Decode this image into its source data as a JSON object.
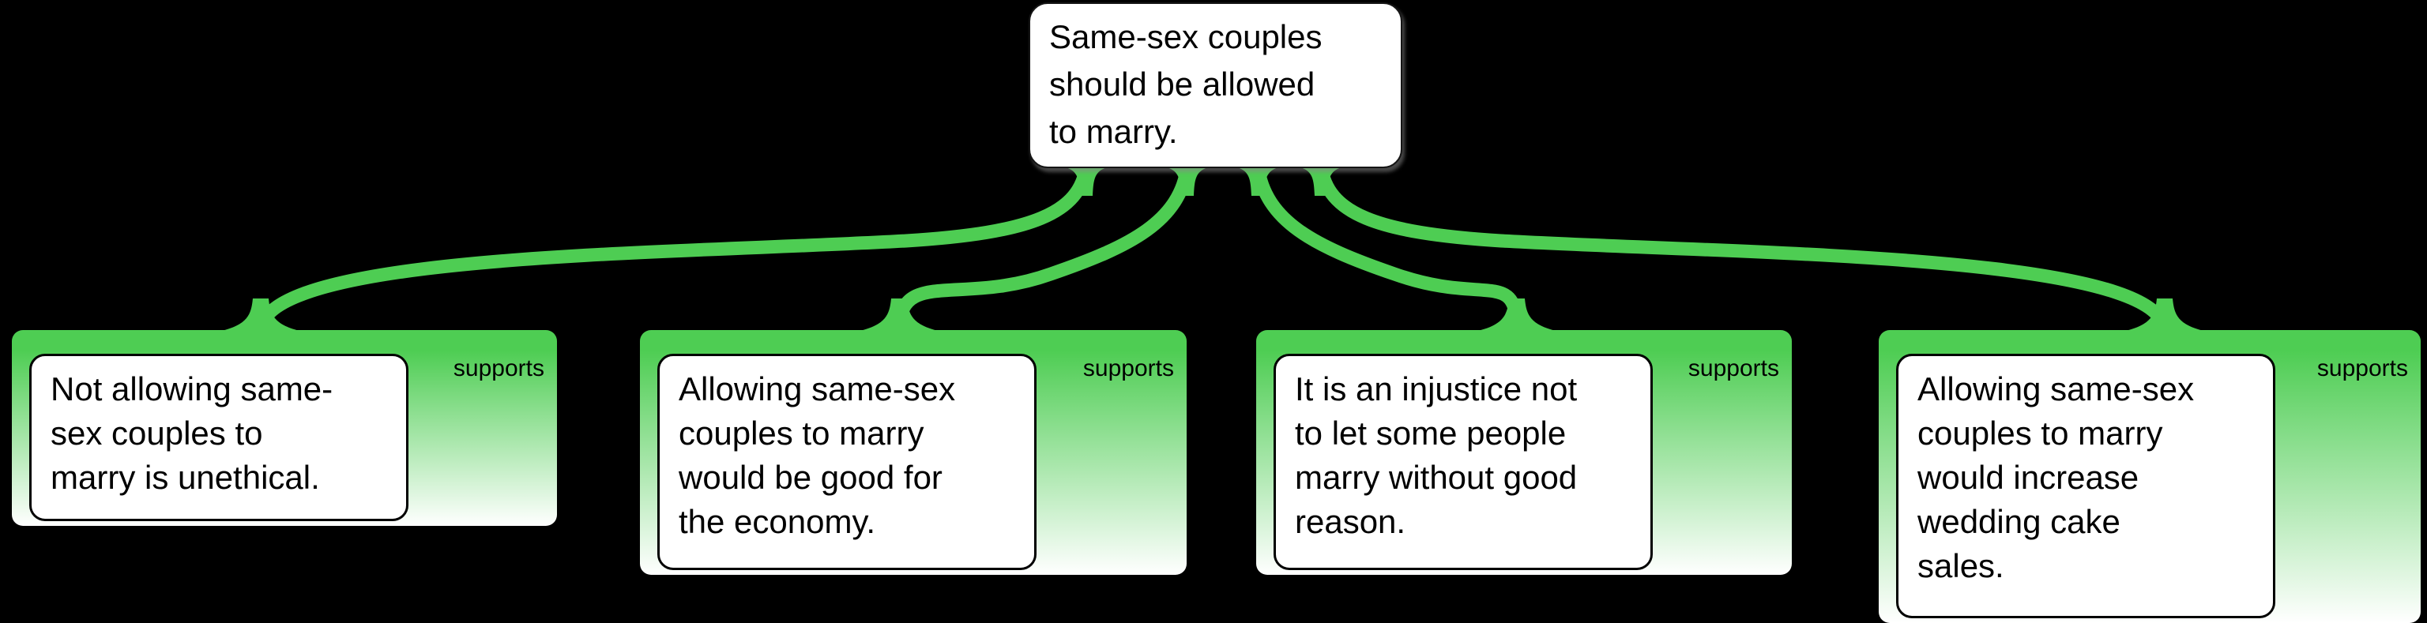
{
  "map": {
    "claim": {
      "text": "Same-sex couples\nshould be allowed\nto marry."
    },
    "premises": [
      {
        "label": "supports",
        "text": "Not allowing same-\nsex couples to\nmarry is unethical."
      },
      {
        "label": "supports",
        "text": "Allowing same-sex\ncouples to marry\nwould be good for\nthe economy."
      },
      {
        "label": "supports",
        "text": "It is an injustice not\nto let some people\nmarry without good\nreason."
      },
      {
        "label": "supports",
        "text": "Allowing same-sex\ncouples to marry\nwould increase\nwedding cake\nsales."
      }
    ]
  },
  "colors": {
    "support_green": "#4ecd53",
    "node_fill": "#ffffff",
    "text": "#000000",
    "background": "#000000"
  }
}
